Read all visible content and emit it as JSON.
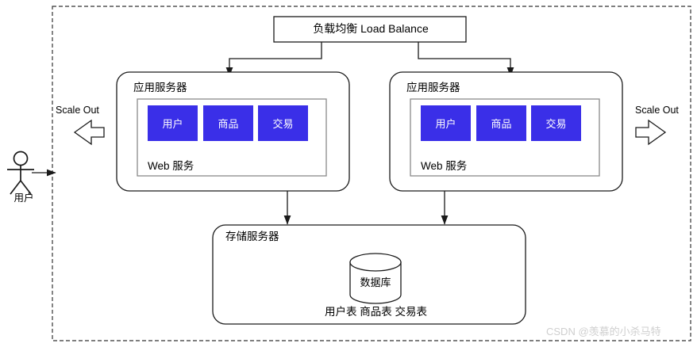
{
  "diagram": {
    "title_region": "scalable web architecture",
    "boundary": {
      "name": "system-boundary",
      "style": "dashed"
    },
    "load_balancer": {
      "label": "负载均衡 Load Balance"
    },
    "app_servers": [
      {
        "id": "left",
        "title": "应用服务器",
        "web_service_label": "Web 服务",
        "modules": [
          {
            "label": "用户"
          },
          {
            "label": "商品"
          },
          {
            "label": "交易"
          }
        ]
      },
      {
        "id": "right",
        "title": "应用服务器",
        "web_service_label": "Web 服务",
        "modules": [
          {
            "label": "用户"
          },
          {
            "label": "商品"
          },
          {
            "label": "交易"
          }
        ]
      }
    ],
    "storage_server": {
      "title": "存储服务器",
      "database_label": "数据库",
      "tables_label": "用户表 商品表 交易表"
    },
    "actor": {
      "label": "用户",
      "icon": "stick-figure-icon"
    },
    "scale_out": {
      "left_label": "Scale Out",
      "right_label": "Scale Out",
      "left_arrow_icon": "arrow-left-block-icon",
      "right_arrow_icon": "arrow-right-block-icon"
    },
    "connectors": [
      {
        "from": "load-balancer",
        "to": "app-server-left"
      },
      {
        "from": "load-balancer",
        "to": "app-server-right"
      },
      {
        "from": "app-server-left",
        "to": "storage-server"
      },
      {
        "from": "app-server-right",
        "to": "storage-server"
      },
      {
        "from": "actor",
        "to": "system-boundary"
      }
    ],
    "watermark": "CSDN @羡慕的小杀马特",
    "colors": {
      "module_blue": "#3a2fe8",
      "stroke": "#1a1a1a",
      "inner_border": "#8a8a8a",
      "watermark": "#cfcfcf"
    }
  }
}
